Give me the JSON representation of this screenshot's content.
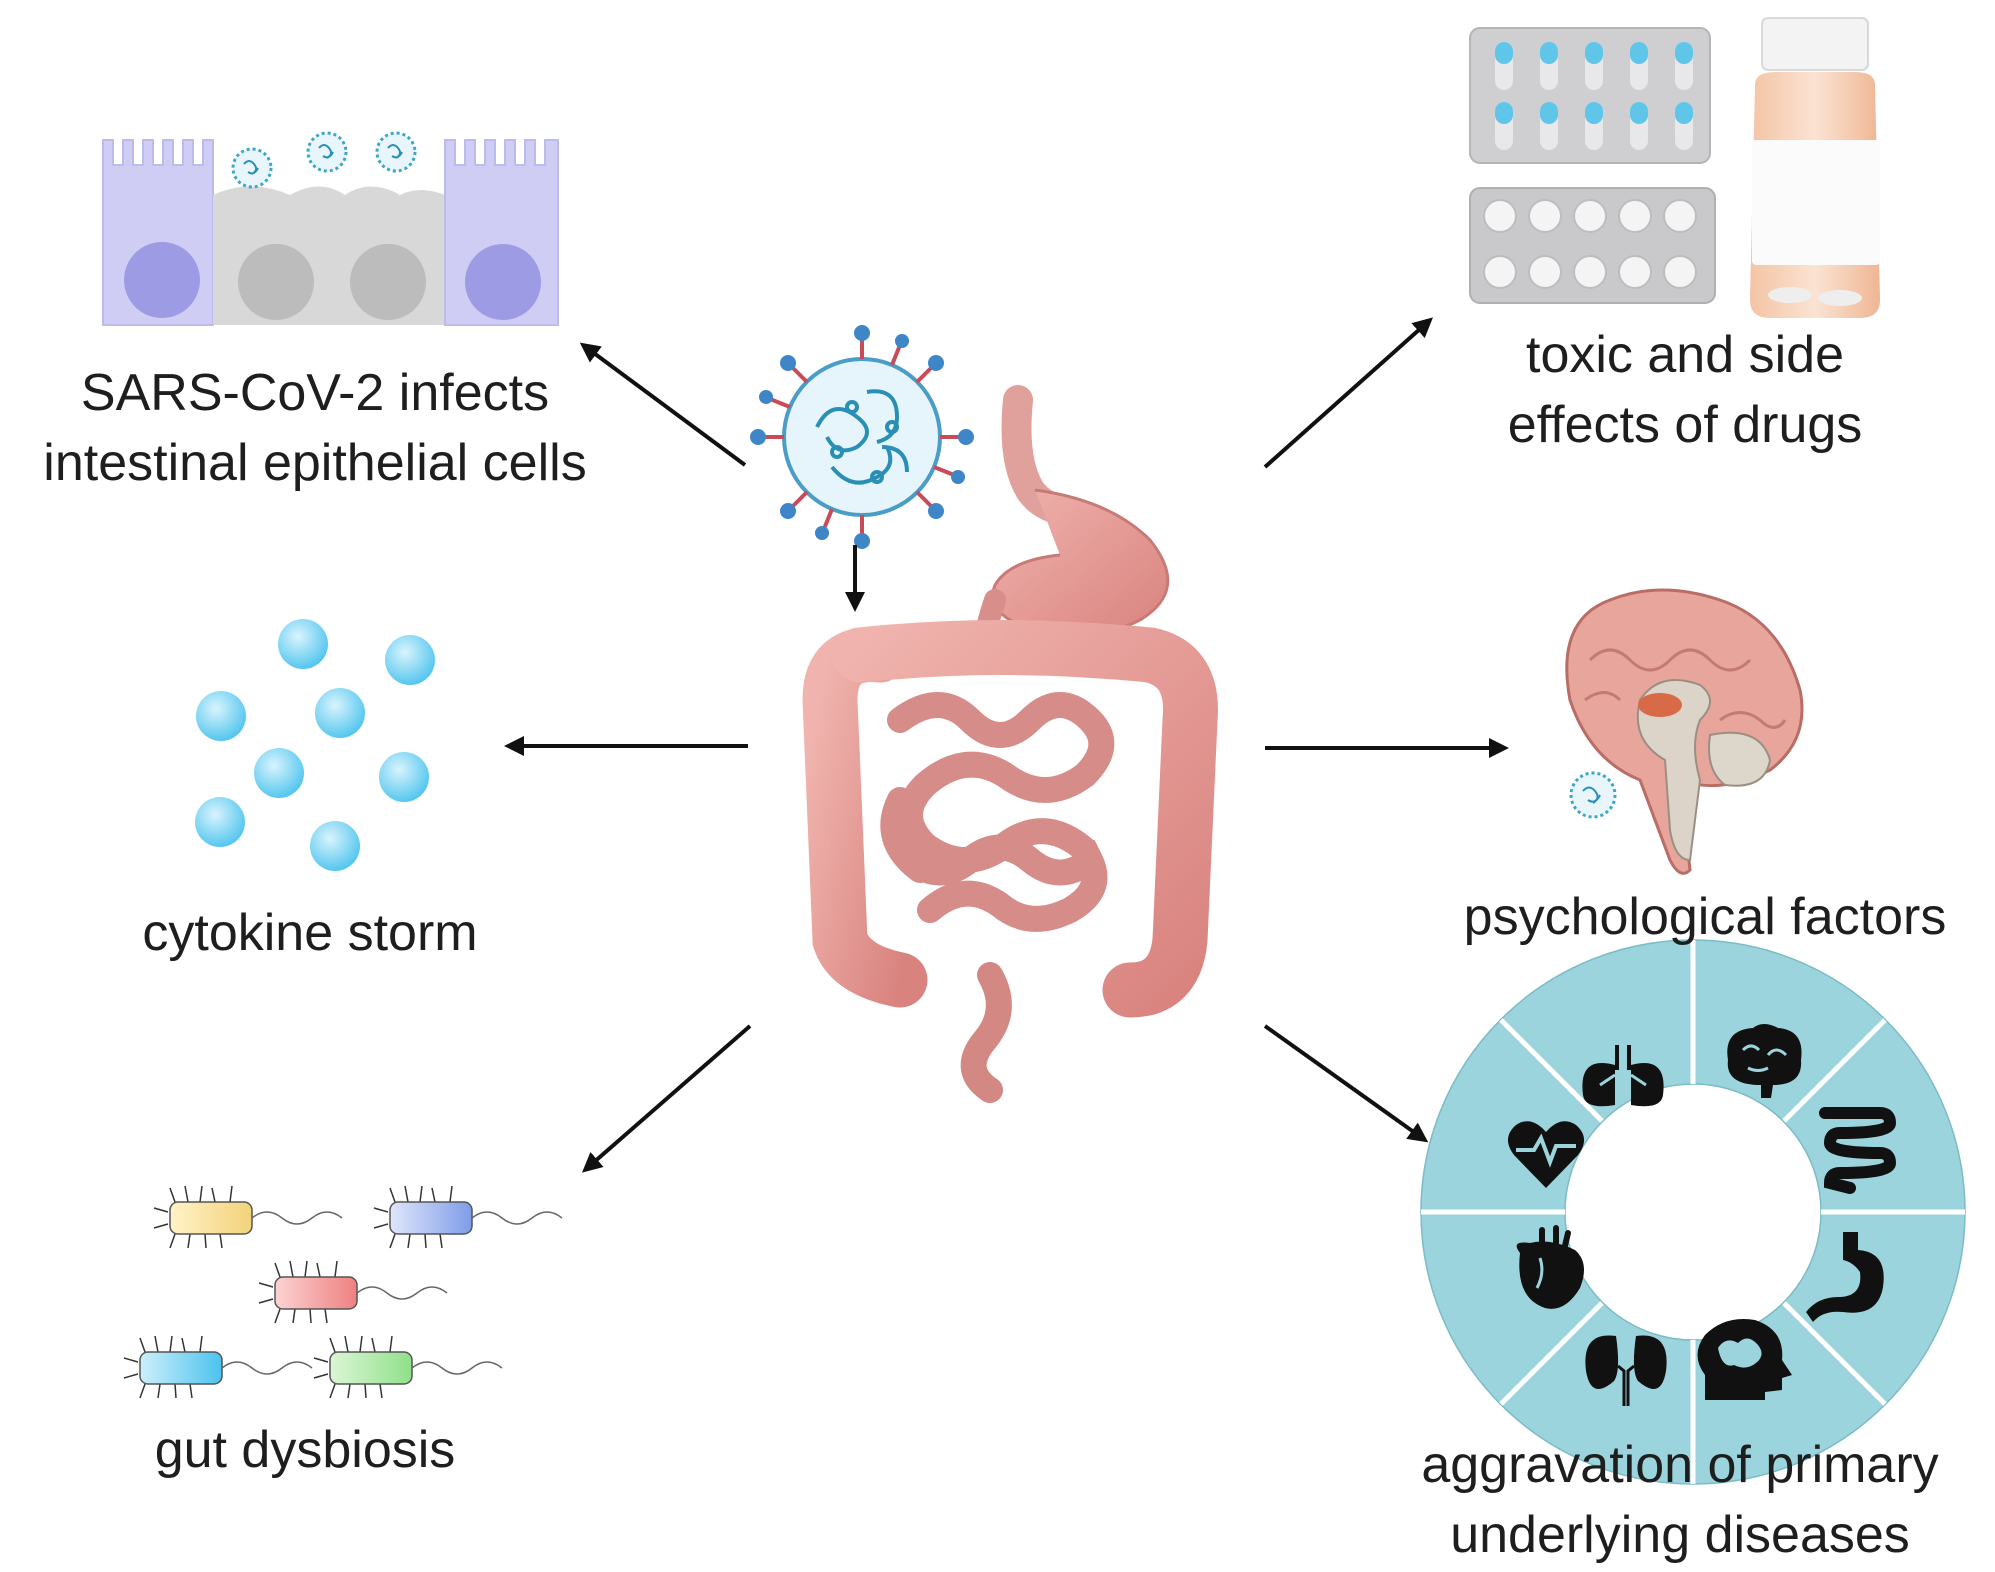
{
  "labels": {
    "infection": [
      "SARS-CoV-2 infects",
      "intestinal epithelial cells"
    ],
    "cytokine": "cytokine storm",
    "dysbiosis": "gut dysbiosis",
    "drugs": [
      "toxic and side",
      "effects of drugs"
    ],
    "psych": "psychological factors",
    "diseases": [
      "aggravation of primary",
      "underlying diseases"
    ]
  },
  "icons": {
    "center": "gastrointestinal-tract",
    "virus": "virus-particle",
    "cells": "epithelial-cells",
    "cytokines": "cytokine-particles",
    "bacteria": "bacteria",
    "drugs": "pill-packs-and-bottle",
    "brain": "brain",
    "ring": [
      "lungs-icon",
      "brain-icon",
      "intestine-icon",
      "stomach-icon",
      "head-brain-icon",
      "kidneys-icon",
      "heart-icon",
      "heartbeat-icon"
    ]
  },
  "colors": {
    "cell_purple": "#cfcdf3",
    "nucleus_purple": "#9d9be4",
    "cell_gray": "#d8d8d8",
    "cytokine_blue": "#6fd3f3",
    "gut_pink": "#e39a9a",
    "ring_teal": "#9bd4dc",
    "text": "#1e1e1e"
  }
}
